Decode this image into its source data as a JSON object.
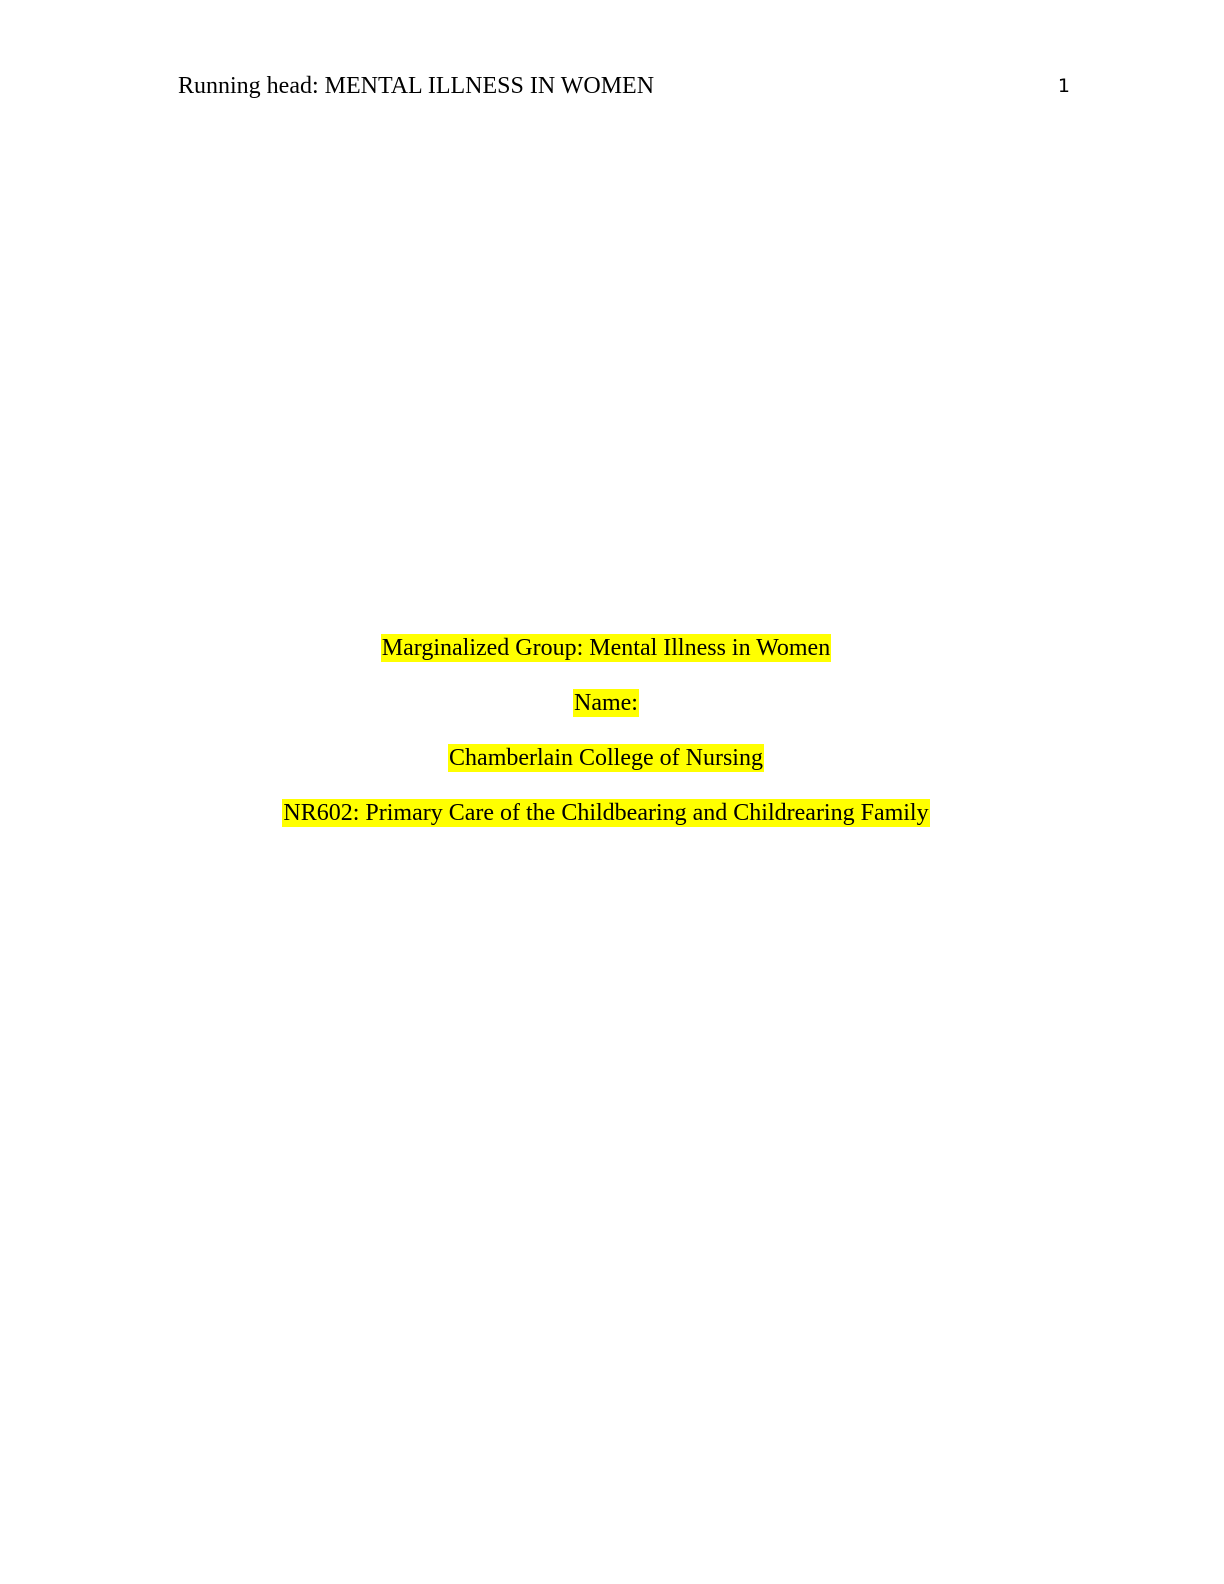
{
  "header": {
    "running_head": "Running head: MENTAL ILLNESS IN WOMEN",
    "page_number": "1"
  },
  "title_page": {
    "title": "Marginalized Group: Mental Illness in Women",
    "name": "Name:",
    "institution": "Chamberlain College of Nursing",
    "course": "NR602: Primary Care of the Childbearing and Childrearing Family"
  },
  "colors": {
    "highlight": "#ffff00",
    "text": "#000000",
    "page": "#ffffff"
  }
}
